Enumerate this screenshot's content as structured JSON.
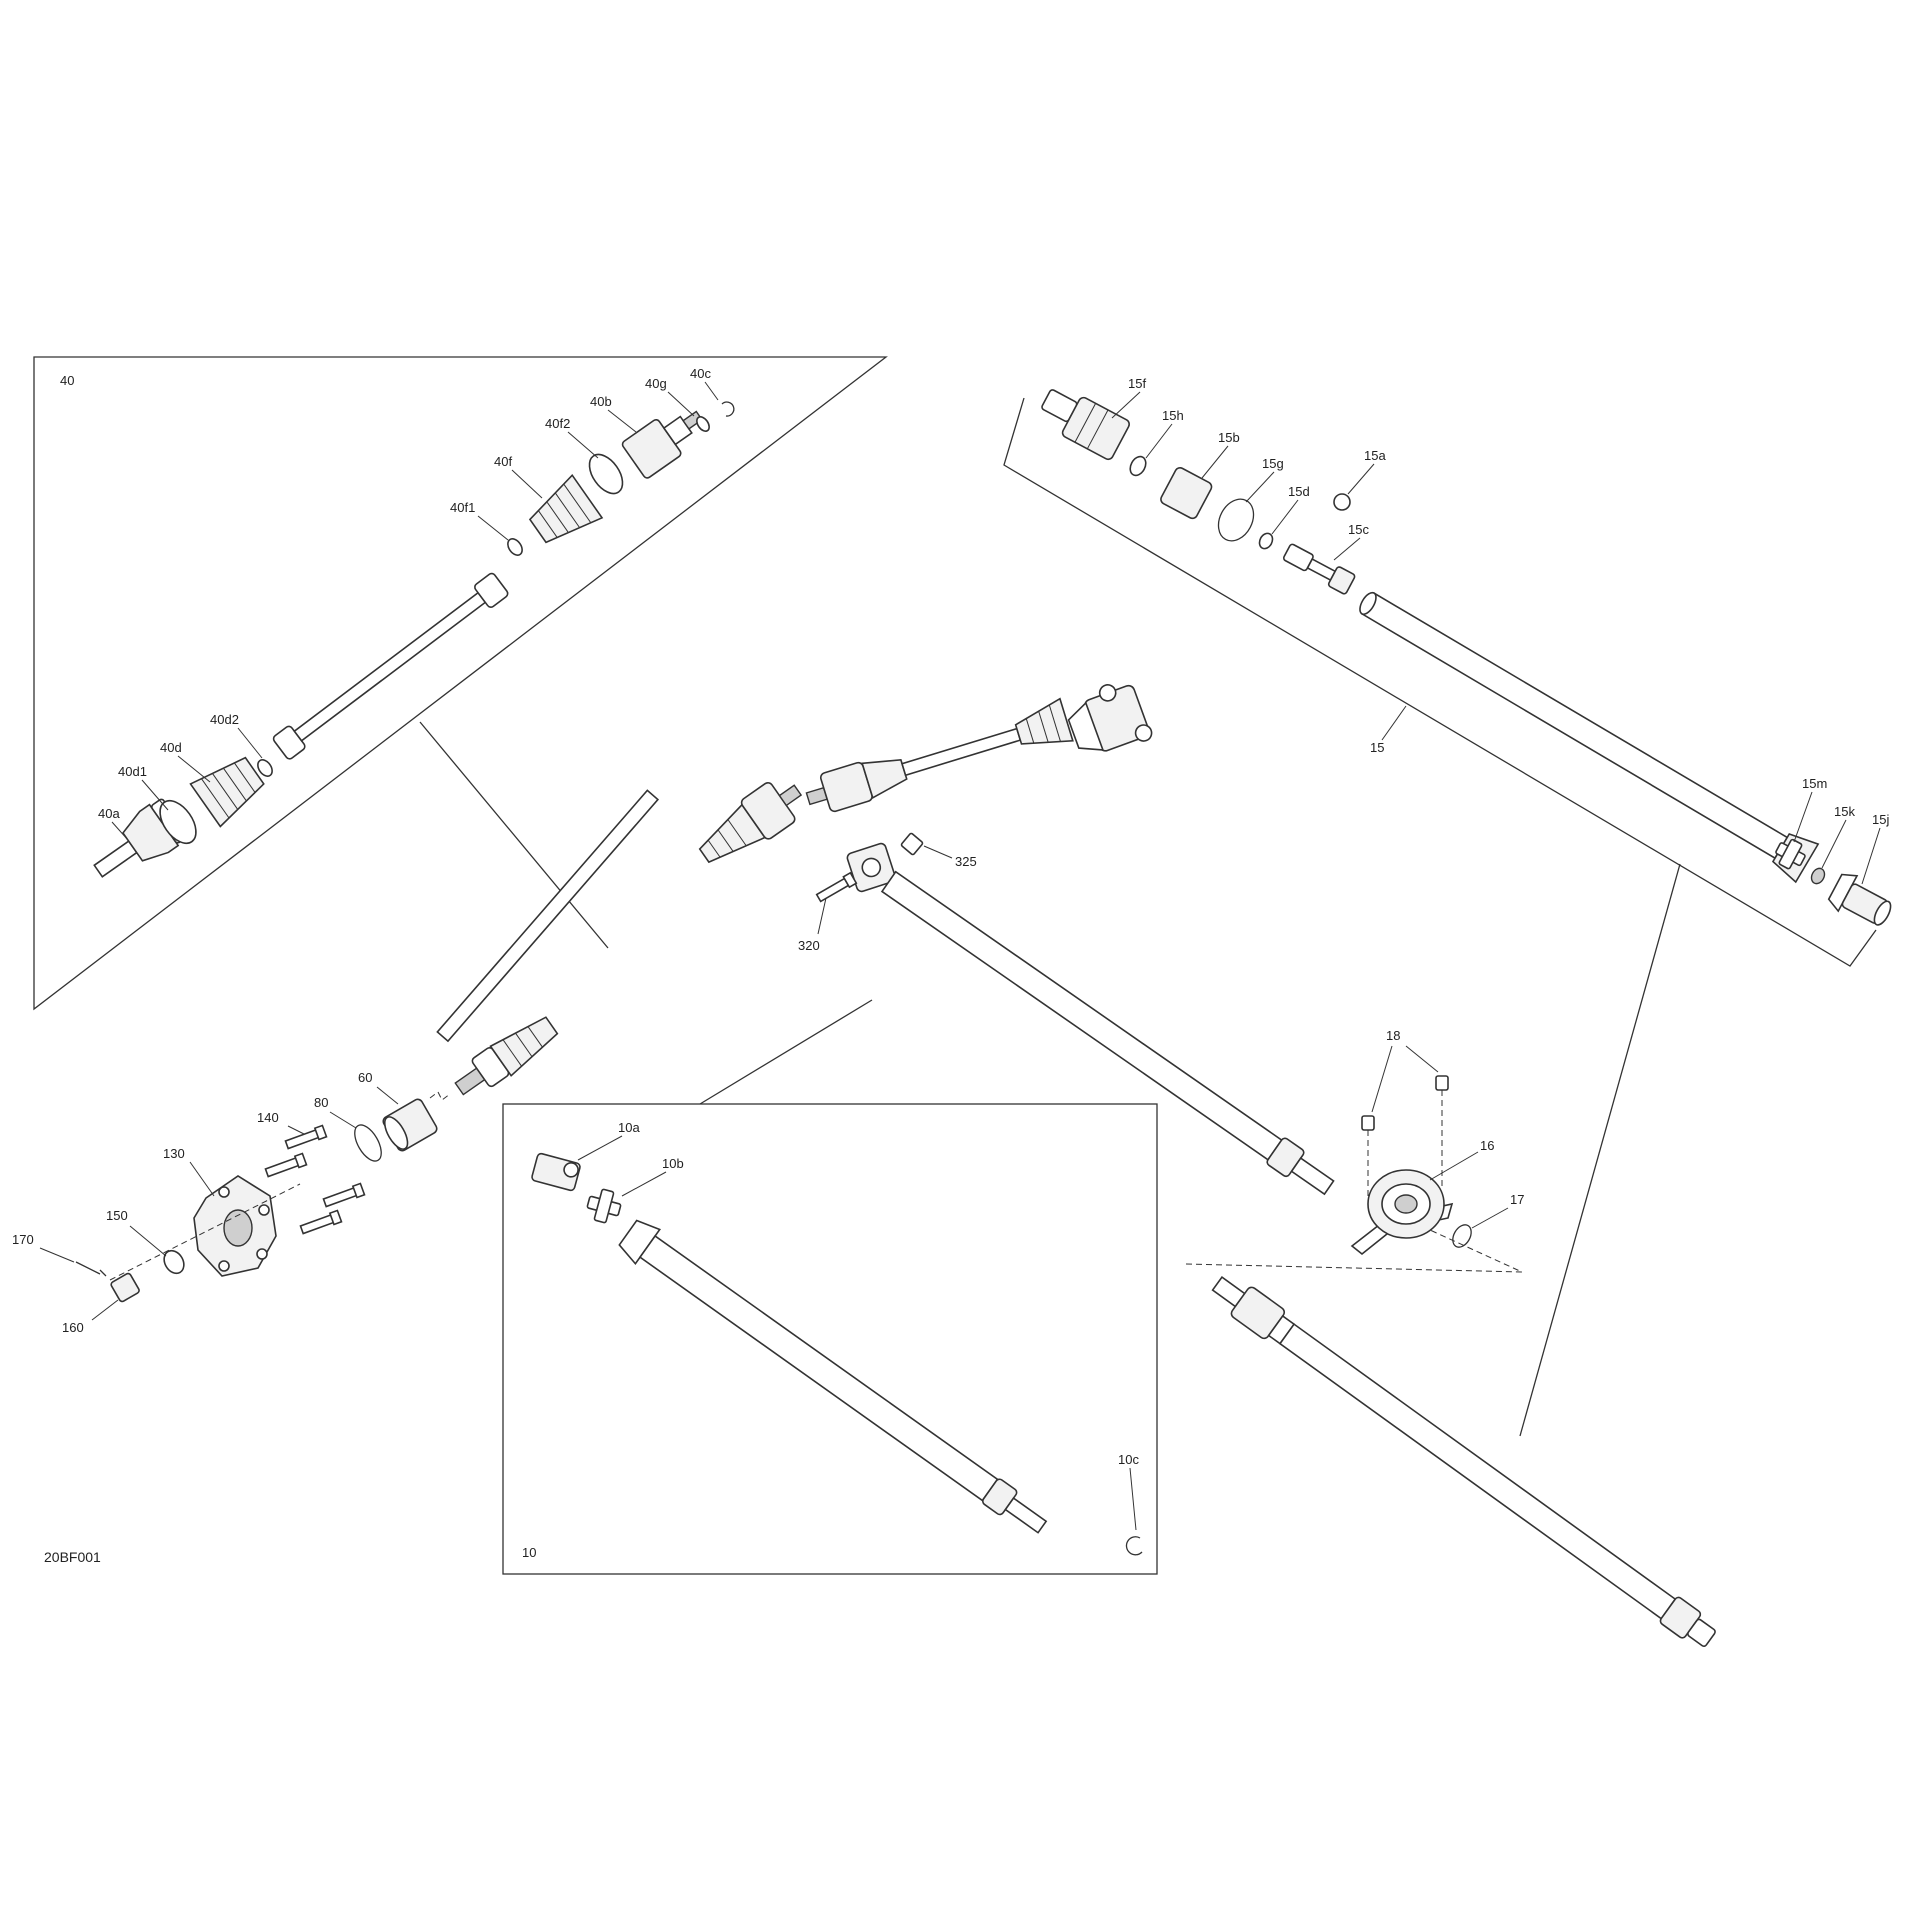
{
  "diagram_ref": "20BF001",
  "panels": {
    "front_axle": "40",
    "prop_shaft": "10"
  },
  "labels": {
    "l40a": "40a",
    "l40d1": "40d1",
    "l40d": "40d",
    "l40d2": "40d2",
    "l40f1": "40f1",
    "l40f": "40f",
    "l40f2": "40f2",
    "l40b": "40b",
    "l40g": "40g",
    "l40c": "40c",
    "l15f": "15f",
    "l15h": "15h",
    "l15b": "15b",
    "l15g": "15g",
    "l15d": "15d",
    "l15a": "15a",
    "l15c": "15c",
    "l15": "15",
    "l15m": "15m",
    "l15k": "15k",
    "l15j": "15j",
    "l325": "325",
    "l320": "320",
    "l60": "60",
    "l80": "80",
    "l140": "140",
    "l130": "130",
    "l150": "150",
    "l170": "170",
    "l160": "160",
    "l18": "18",
    "l16": "16",
    "l17": "17",
    "l10a": "10a",
    "l10b": "10b",
    "l10c": "10c"
  }
}
